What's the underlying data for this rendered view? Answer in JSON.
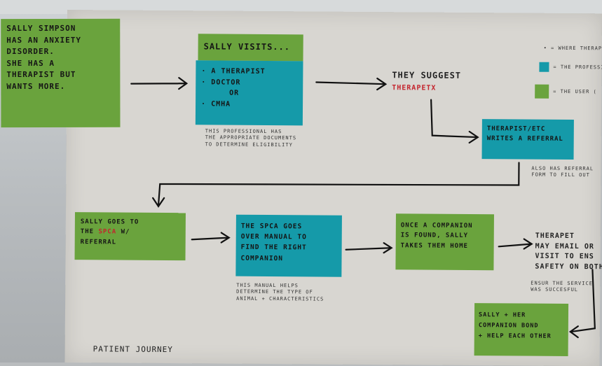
{
  "poster": {
    "intro_note": [
      "Sally Simpson",
      "has an anxiety",
      "disorder.",
      "She has a",
      "therapist but",
      "wants more."
    ],
    "visits_header": "Sally visits...",
    "visits_options": [
      "· A therapist",
      "· Doctor",
      "or",
      "· CMHA"
    ],
    "visits_caption": [
      "This professional has",
      "the appropriate documents",
      "to determine eligibility"
    ],
    "suggest": {
      "line1": "They suggest",
      "line2": "TherapetX"
    },
    "referral_note": [
      "Therapist/etc",
      "writes a referral"
    ],
    "referral_caption": [
      "Also has referral",
      "form to fill out"
    ],
    "spca_note": {
      "line1": "Sally goes to",
      "line2_pre": "the ",
      "line2_red": "SPCA",
      "line2_post": " w/",
      "line3": "referral"
    },
    "manual_note": [
      "The SPCA goes",
      "over manual to",
      "find the right",
      "companion"
    ],
    "manual_caption": [
      "This manual helps",
      "determine the type of",
      "animal + characteristics"
    ],
    "companion_note": [
      "Once a companion",
      "is found, Sally",
      "takes them home"
    ],
    "therapet_note": [
      "Therapet",
      "may email or",
      "visit to ens",
      "safety on both"
    ],
    "therapet_caption": [
      "Ensur the service",
      "was succesful"
    ],
    "bond_note": [
      "Sally + her",
      "companion bond",
      "+ help each other"
    ],
    "footer": "Patient Journey",
    "legend": [
      "• = where therapet",
      "= the profession",
      "= the user ("
    ]
  },
  "colors": {
    "green": "#6aa33d",
    "teal": "#159aa9",
    "red": "#c4242d",
    "poster": "#d8d6d1"
  }
}
